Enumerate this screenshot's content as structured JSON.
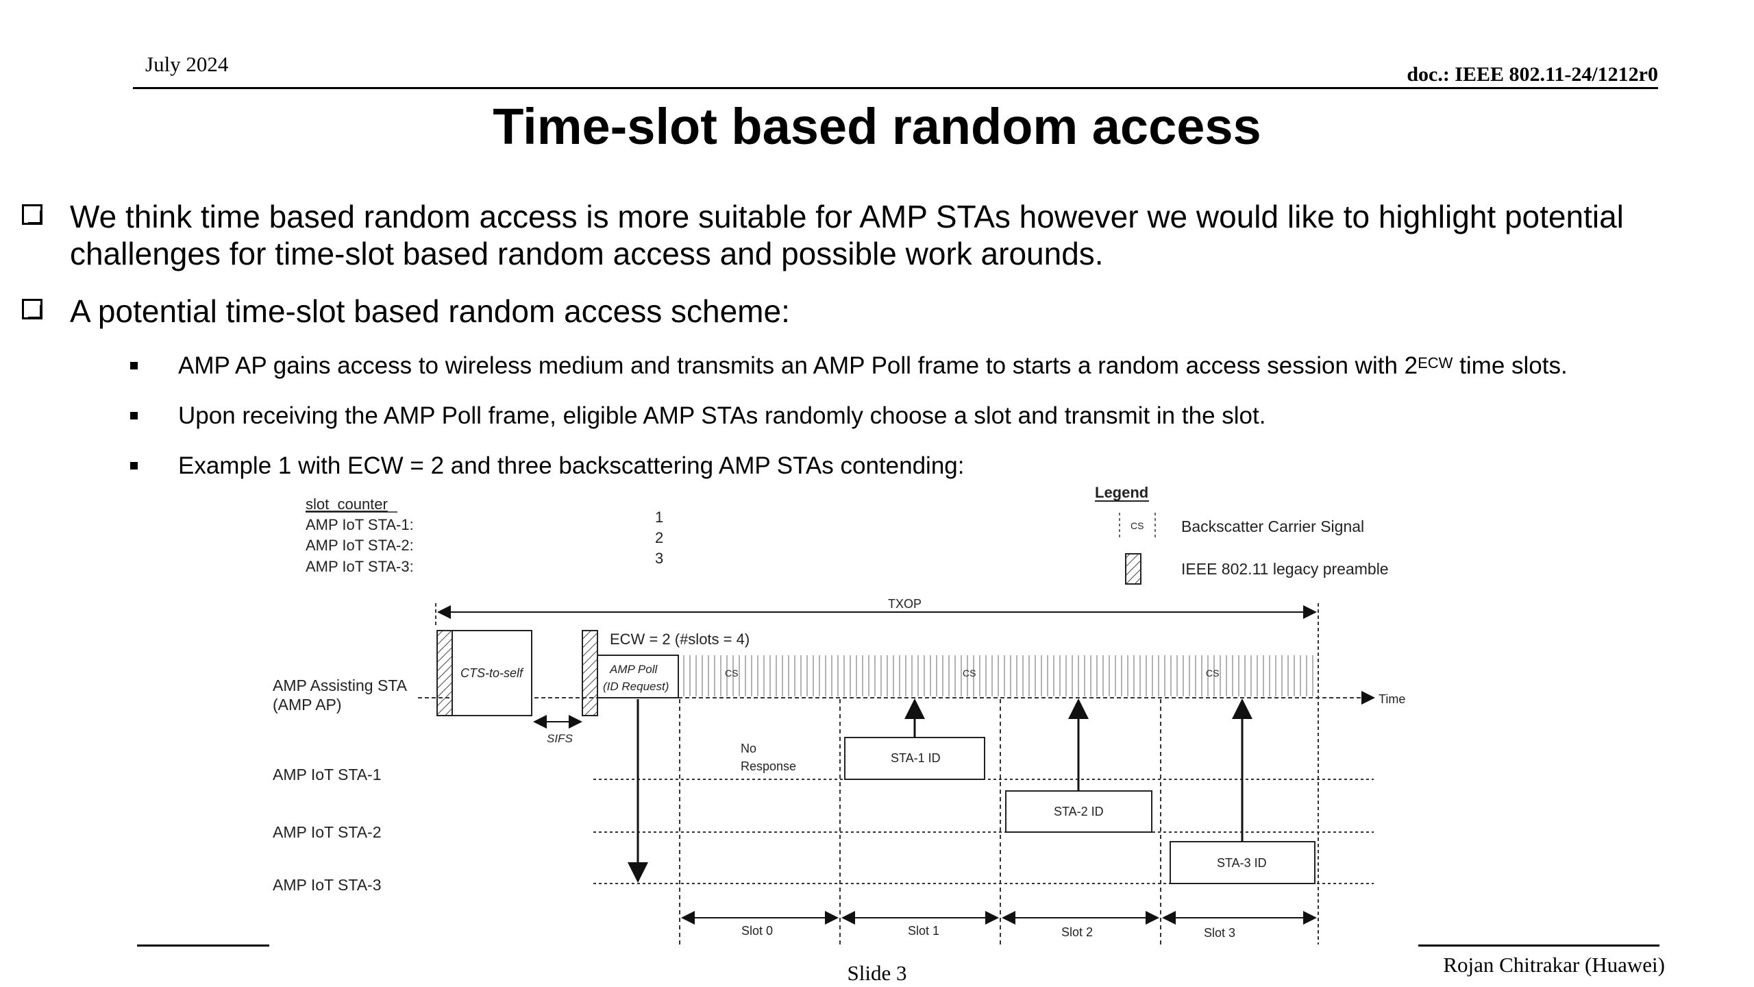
{
  "header": {
    "date": "July 2024",
    "doc_id": "doc.: IEEE 802.11-24/1212r0"
  },
  "title": "Time-slot based random access",
  "bullets": [
    {
      "line1": "We think time based random access is more suitable for AMP STAs however we would like to highlight potential",
      "line2": "challenges for time-slot based random access and possible work arounds."
    },
    {
      "line1": "A potential time-slot based random access scheme:"
    }
  ],
  "sub_bullets": [
    {
      "text": "AMP AP gains access to wireless medium and transmits an AMP Poll frame to starts a random access session with 2",
      "sup": "ECW",
      "tail": " time slots."
    },
    {
      "text": "Upon receiving the AMP Poll frame, eligible AMP STAs randomly choose a slot and transmit in the slot."
    },
    {
      "text": "Example 1 with ECW = 2 and three backscattering AMP STAs contending:"
    }
  ],
  "diagram": {
    "slot_counter_label": "slot_counter",
    "counters": [
      {
        "label": "AMP IoT STA-1:",
        "value": "1"
      },
      {
        "label": "AMP IoT STA-2:",
        "value": "2"
      },
      {
        "label": "AMP IoT STA-3:",
        "value": "3"
      }
    ],
    "legend": {
      "title": "Legend",
      "cs_label": "Backscatter Carrier Signal",
      "preamble_label": "IEEE 802.11 legacy preamble",
      "cs_text": "CS"
    },
    "txop": "TXOP",
    "ecw": "ECW = 2 (#slots = 4)",
    "ap_label_1": "AMP Assisting STA",
    "ap_label_2": "(AMP AP)",
    "cts": "CTS-to-self",
    "poll_1": "AMP Poll",
    "poll_2": "(ID Request)",
    "sifs": "SIFS",
    "time": "Time",
    "cs_text": "CS",
    "no_response_1": "No",
    "no_response_2": "Response",
    "sta_rows": [
      "AMP IoT STA-1",
      "AMP IoT STA-2",
      "AMP IoT STA-3"
    ],
    "ids": [
      "STA-1 ID",
      "STA-2 ID",
      "STA-3 ID"
    ],
    "slots": [
      "Slot 0",
      "Slot 1",
      "Slot 2",
      "Slot 3"
    ]
  },
  "footer": {
    "slide": "Slide 3",
    "author": "Rojan Chitrakar (Huawei)"
  }
}
